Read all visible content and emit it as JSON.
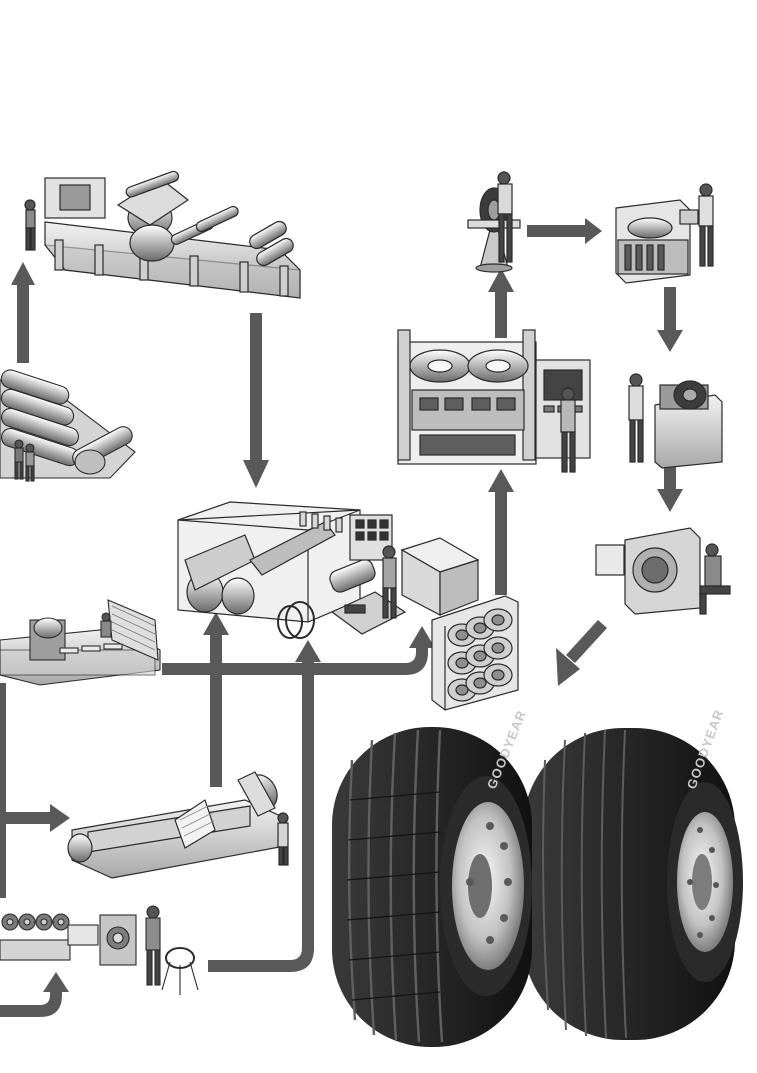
{
  "diagram": {
    "steps": [
      "calender-machine",
      "rubber-rolls-storage",
      "fabric-cutting-machine",
      "tire-building-machine",
      "bead-winding-machine",
      "tread-extruder",
      "bead-making-line",
      "green-tire-rack",
      "curing-press",
      "tire-inspection-stand",
      "automated-inspection-machine",
      "uniformity-test-machine",
      "x-ray-inspection-machine",
      "finished-truck-tires"
    ],
    "tire_brand_text": "GOODYEAR"
  },
  "colors": {
    "arrow_fill": "#595959",
    "machine_line": "#2b2b2b",
    "tire_rubber": "#1c1c1c",
    "rim": "#bdbdbd"
  }
}
